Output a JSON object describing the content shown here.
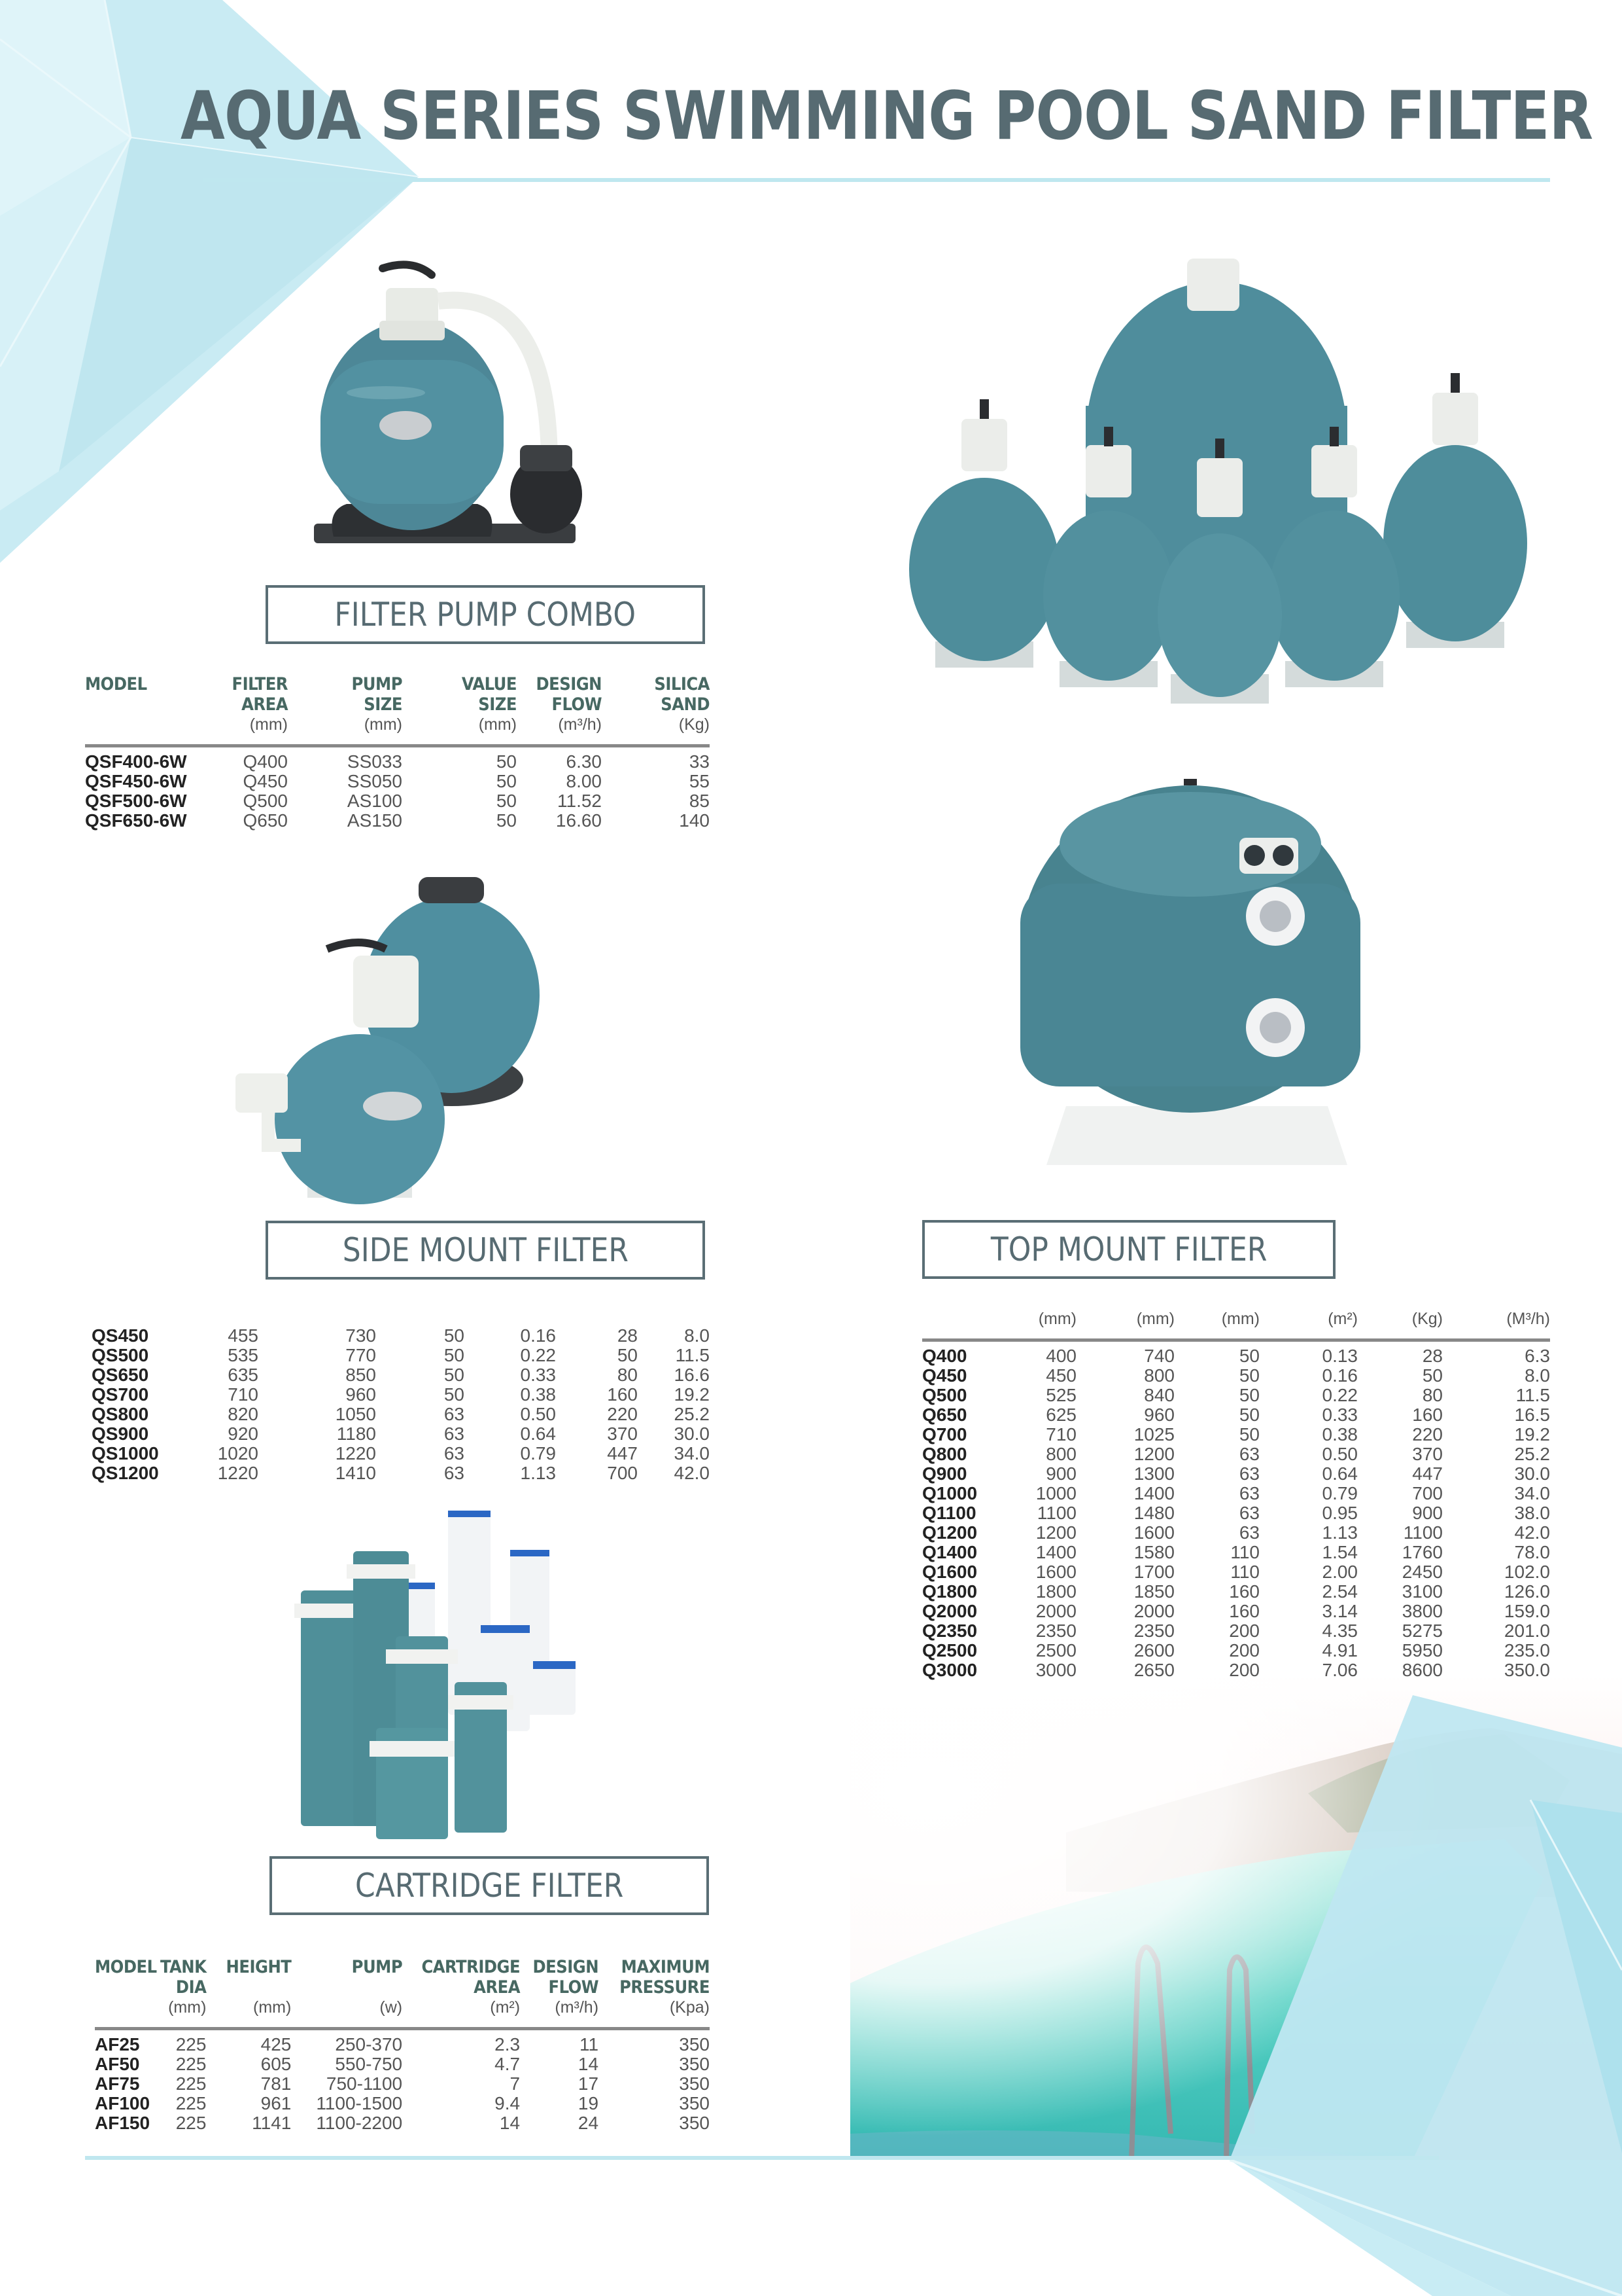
{
  "page": {
    "title": "AQUA SERIES SWIMMING POOL SAND FILTER",
    "colors": {
      "title_text": "#576b72",
      "accent_rule": "#bfe7ef",
      "label_border": "#5a6e75",
      "header_text": "#476862",
      "tank_teal": "#4f8d9c",
      "deco_blue": "#bde8f1"
    }
  },
  "sections": {
    "filter_pump_combo": {
      "label": "FILTER PUMP COMBO",
      "image_icon": "sand-filter-with-pump-image",
      "table": {
        "headers": [
          {
            "title": "MODEL",
            "unit": ""
          },
          {
            "title": "FILTER AREA",
            "unit": "(mm)"
          },
          {
            "title": "PUMP SIZE",
            "unit": "(mm)"
          },
          {
            "title": "VALUE SIZE",
            "unit": "(mm)"
          },
          {
            "title": "DESIGN FLOW",
            "unit": "(m³/h)"
          },
          {
            "title": "SILICA SAND",
            "unit": "(Kg)"
          }
        ],
        "header_lines": [
          [
            "MODEL",
            "FILTER",
            "PUMP",
            "VALUE",
            "DESIGN",
            "SILICA"
          ],
          [
            "",
            "AREA",
            "SIZE",
            "SIZE",
            "FLOW",
            "SAND"
          ]
        ],
        "rows": [
          [
            "QSF400-6W",
            "Q400",
            "SS033",
            "50",
            "6.30",
            "33"
          ],
          [
            "QSF450-6W",
            "Q450",
            "SS050",
            "50",
            "8.00",
            "55"
          ],
          [
            "QSF500-6W",
            "Q500",
            "AS100",
            "50",
            "11.52",
            "85"
          ],
          [
            "QSF650-6W",
            "Q650",
            "AS150",
            "50",
            "16.60",
            "140"
          ]
        ]
      }
    },
    "side_mount_filter": {
      "label": "SIDE MOUNT FILTER",
      "image_icon": "side-mount-filter-image",
      "table": {
        "rows": [
          [
            "QS450",
            "455",
            "730",
            "50",
            "0.16",
            "28",
            "8.0"
          ],
          [
            "QS500",
            "535",
            "770",
            "50",
            "0.22",
            "50",
            "11.5"
          ],
          [
            "QS650",
            "635",
            "850",
            "50",
            "0.33",
            "80",
            "16.6"
          ],
          [
            "QS700",
            "710",
            "960",
            "50",
            "0.38",
            "160",
            "19.2"
          ],
          [
            "QS800",
            "820",
            "1050",
            "63",
            "0.50",
            "220",
            "25.2"
          ],
          [
            "QS900",
            "920",
            "1180",
            "63",
            "0.64",
            "370",
            "30.0"
          ],
          [
            "QS1000",
            "1020",
            "1220",
            "63",
            "0.79",
            "447",
            "34.0"
          ],
          [
            "QS1200",
            "1220",
            "1410",
            "63",
            "1.13",
            "700",
            "42.0"
          ]
        ]
      }
    },
    "top_mount_filter": {
      "label": "TOP MOUNT FILTER",
      "image_icons": [
        "top-mount-filter-group-image",
        "large-side-port-filter-image"
      ],
      "table": {
        "units": [
          "",
          "(mm)",
          "(mm)",
          "(mm)",
          "(m²)",
          "(Kg)",
          "(M³/h)"
        ],
        "rows": [
          [
            "Q400",
            "400",
            "740",
            "50",
            "0.13",
            "28",
            "6.3"
          ],
          [
            "Q450",
            "450",
            "800",
            "50",
            "0.16",
            "50",
            "8.0"
          ],
          [
            "Q500",
            "525",
            "840",
            "50",
            "0.22",
            "80",
            "11.5"
          ],
          [
            "Q650",
            "625",
            "960",
            "50",
            "0.33",
            "160",
            "16.5"
          ],
          [
            "Q700",
            "710",
            "1025",
            "50",
            "0.38",
            "220",
            "19.2"
          ],
          [
            "Q800",
            "800",
            "1200",
            "63",
            "0.50",
            "370",
            "25.2"
          ],
          [
            "Q900",
            "900",
            "1300",
            "63",
            "0.64",
            "447",
            "30.0"
          ],
          [
            "Q1000",
            "1000",
            "1400",
            "63",
            "0.79",
            "700",
            "34.0"
          ],
          [
            "Q1100",
            "1100",
            "1480",
            "63",
            "0.95",
            "900",
            "38.0"
          ],
          [
            "Q1200",
            "1200",
            "1600",
            "63",
            "1.13",
            "1100",
            "42.0"
          ],
          [
            "Q1400",
            "1400",
            "1580",
            "110",
            "1.54",
            "1760",
            "78.0"
          ],
          [
            "Q1600",
            "1600",
            "1700",
            "110",
            "2.00",
            "2450",
            "102.0"
          ],
          [
            "Q1800",
            "1800",
            "1850",
            "160",
            "2.54",
            "3100",
            "126.0"
          ],
          [
            "Q2000",
            "2000",
            "2000",
            "160",
            "3.14",
            "3800",
            "159.0"
          ],
          [
            "Q2350",
            "2350",
            "2350",
            "200",
            "4.35",
            "5275",
            "201.0"
          ],
          [
            "Q2500",
            "2500",
            "2600",
            "200",
            "4.91",
            "5950",
            "235.0"
          ],
          [
            "Q3000",
            "3000",
            "2650",
            "200",
            "7.06",
            "8600",
            "350.0"
          ]
        ]
      }
    },
    "cartridge_filter": {
      "label": "CARTRIDGE FILTER",
      "image_icon": "cartridge-filters-image",
      "table": {
        "header_lines": [
          [
            "MODEL",
            "TANK",
            "HEIGHT",
            "PUMP",
            "CARTRIDGE",
            "DESIGN",
            "MAXIMUM"
          ],
          [
            "",
            "DIA",
            "",
            "",
            "AREA",
            "FLOW",
            "PRESSURE"
          ]
        ],
        "units": [
          "",
          "(mm)",
          "(mm)",
          "(w)",
          "(m²)",
          "(m³/h)",
          "(Kpa)"
        ],
        "rows": [
          [
            "AF25",
            "225",
            "425",
            "250-370",
            "2.3",
            "11",
            "350"
          ],
          [
            "AF50",
            "225",
            "605",
            "550-750",
            "4.7",
            "14",
            "350"
          ],
          [
            "AF75",
            "225",
            "781",
            "750-1100",
            "7",
            "17",
            "350"
          ],
          [
            "AF100",
            "225",
            "961",
            "1100-1500",
            "9.4",
            "19",
            "350"
          ],
          [
            "AF150",
            "225",
            "1141",
            "1100-2200",
            "14",
            "24",
            "350"
          ]
        ]
      }
    }
  },
  "decor": {
    "pool_photo_icon": "infinity-pool-photo"
  }
}
